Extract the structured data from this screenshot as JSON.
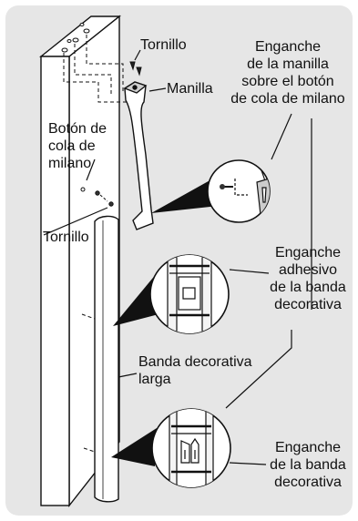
{
  "labels": {
    "tornillo_top": "Tornillo",
    "manilla": "Manilla",
    "enganche_manilla": [
      "Enganche",
      "de la manilla",
      "sobre el botón",
      "de cola de milano"
    ],
    "boton_cola": [
      "Botón de",
      "cola de",
      "milano"
    ],
    "tornillo_left": "Tornillo",
    "enganche_adhesivo": [
      "Enganche",
      "adhesivo",
      "de la banda",
      "decorativa"
    ],
    "banda_larga": [
      "Banda decorativa",
      "larga"
    ],
    "enganche_banda": [
      "Enganche",
      "de la banda",
      "decorativa"
    ]
  },
  "colors": {
    "background_panel": "#e6e6e6",
    "line": "#111111",
    "fill": "#ffffff"
  }
}
